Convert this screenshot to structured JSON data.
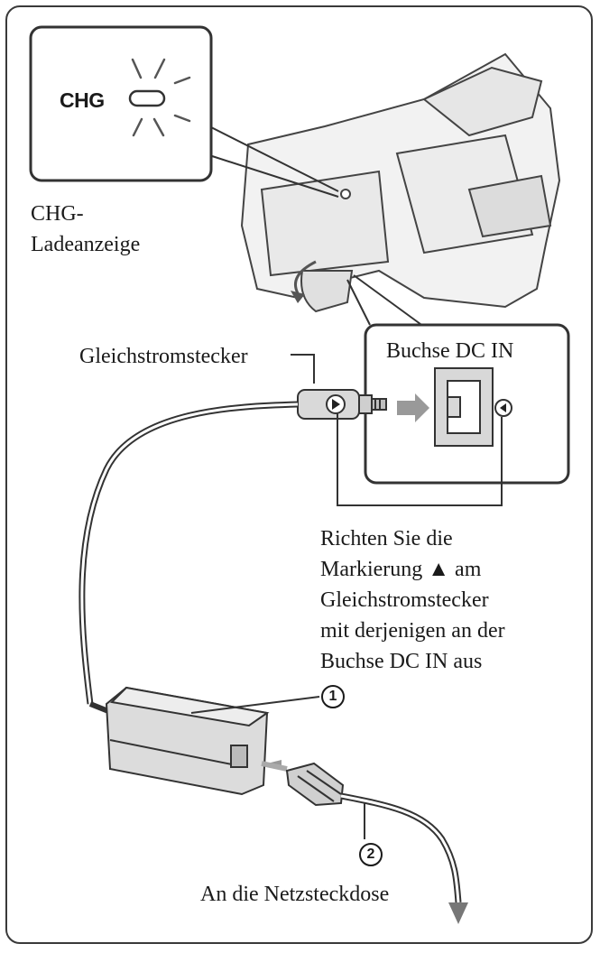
{
  "labels": {
    "chg_indicator_text": "CHG",
    "chg_caption_line1": "CHG-",
    "chg_caption_line2": "Ladeanzeige",
    "dc_plug": "Gleichstromstecker",
    "dc_in_jack": "Buchse DC IN",
    "instruction_lines": [
      "Richten Sie die",
      "Markierung ▲ am",
      "Gleichstromstecker",
      "mit derjenigen an der",
      "Buchse DC IN aus"
    ],
    "step_1": "1",
    "step_2": "2",
    "wall_outlet": "An die Netzsteckdose"
  }
}
